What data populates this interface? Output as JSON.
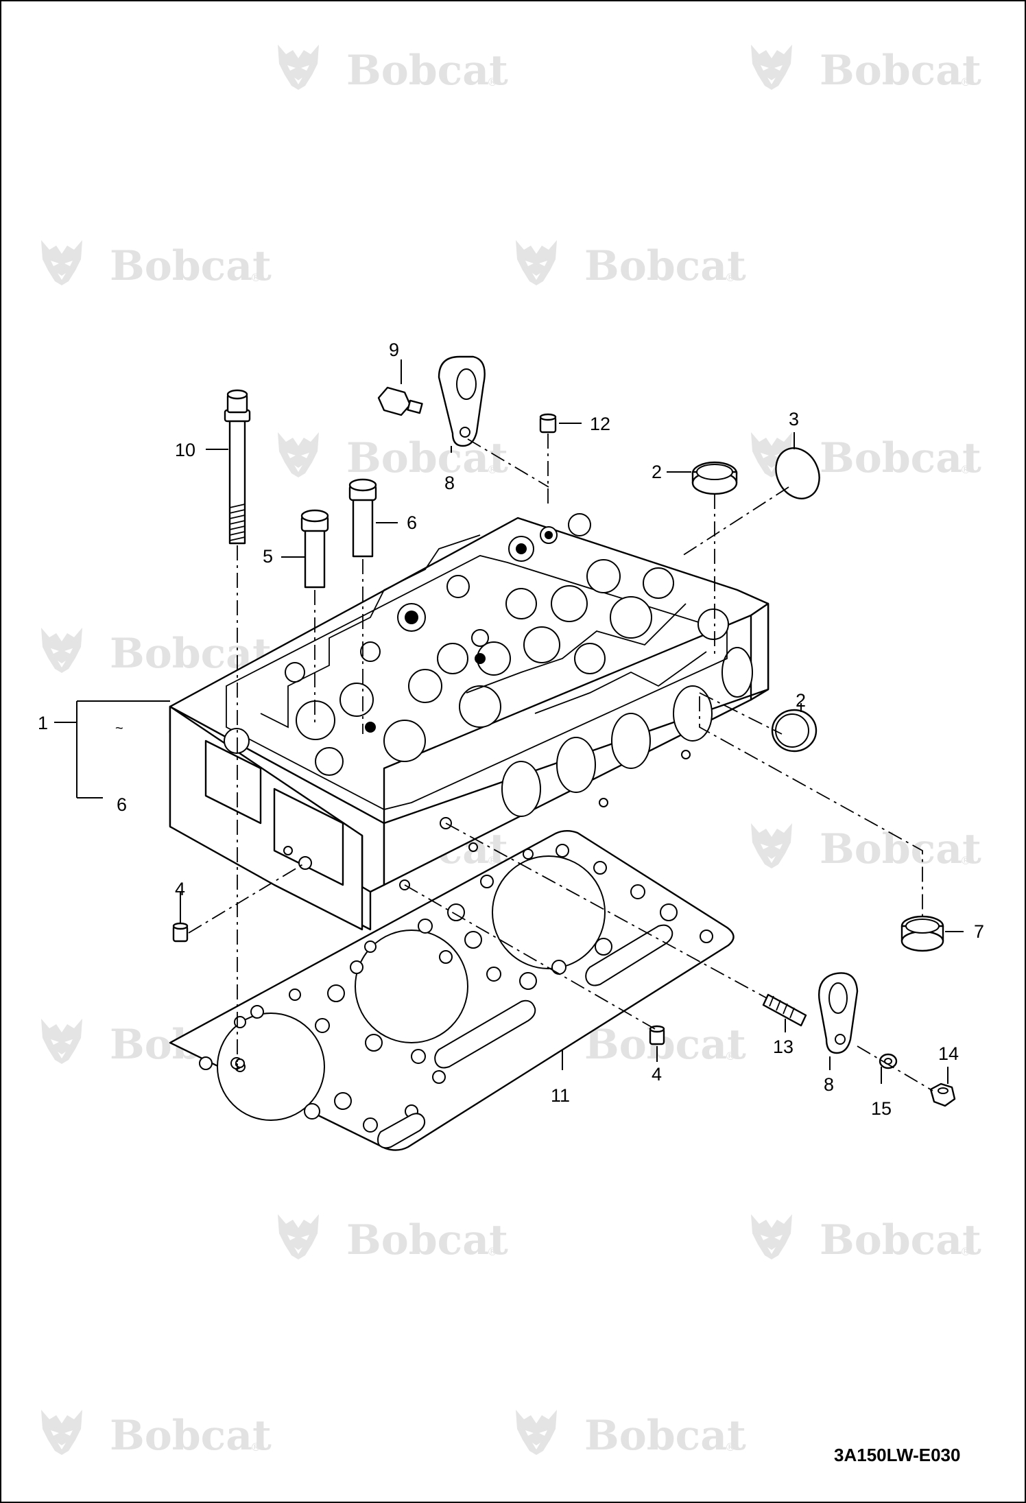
{
  "watermark": {
    "brand": "Bobcat",
    "mark": "®",
    "logo_icon": "bobcat-head-icon"
  },
  "drawing_id": "3A150LW-E030",
  "callouts": {
    "c1": "1",
    "c1_range_sep": "~",
    "c1_range_end": "6",
    "c2a": "2",
    "c2b": "2",
    "c3": "3",
    "c4a": "4",
    "c4b": "4",
    "c5": "5",
    "c6": "6",
    "c7": "7",
    "c8a": "8",
    "c8b": "8",
    "c9": "9",
    "c10": "10",
    "c11": "11",
    "c12": "12",
    "c13": "13",
    "c14": "14",
    "c15": "15"
  },
  "colors": {
    "line": "#000000",
    "watermark": "#e2e2e2",
    "background": "#ffffff"
  }
}
